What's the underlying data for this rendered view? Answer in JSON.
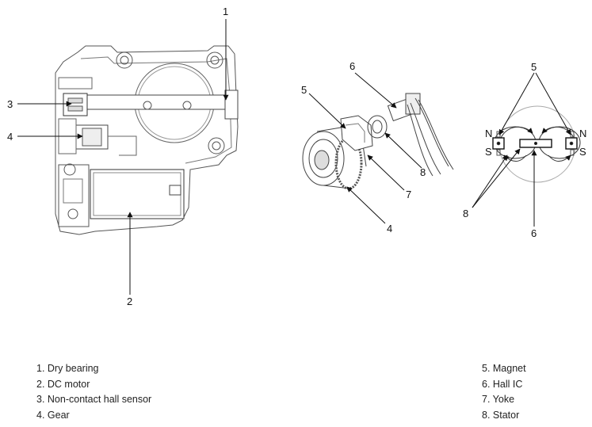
{
  "callouts": {
    "c1": "1",
    "c2": "2",
    "c3": "3",
    "c4": "4",
    "c4b": "4",
    "c5": "5",
    "c5b": "5",
    "c6": "6",
    "c6b": "6",
    "c7": "7",
    "c8": "8",
    "c8b": "8"
  },
  "pole_labels": {
    "n_left": "N",
    "s_left": "S",
    "n_right": "N",
    "s_right": "S"
  },
  "legend": {
    "left": [
      "1. Dry bearing",
      "2. DC motor",
      "3. Non-contact hall sensor",
      "4. Gear"
    ],
    "right": [
      "5. Magnet",
      "6. Hall IC",
      "7. Yoke",
      "8. Stator"
    ]
  }
}
